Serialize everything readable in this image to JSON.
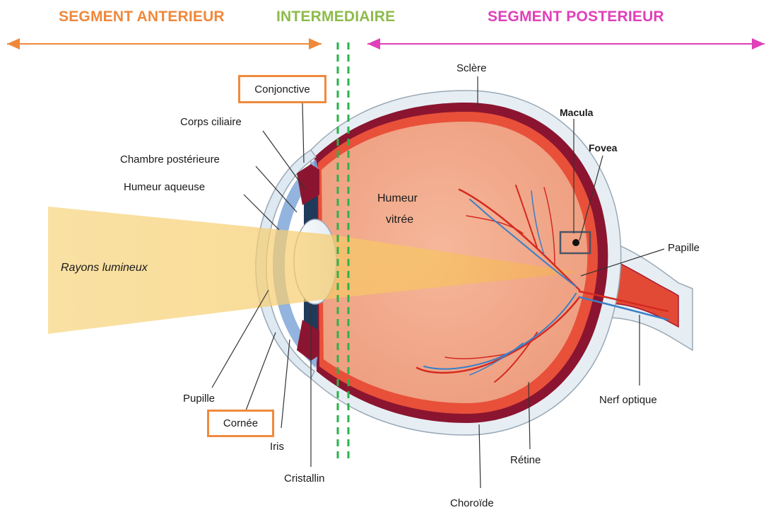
{
  "segments": {
    "anterior": "SEGMENT ANTERIEUR",
    "intermediate": "INTERMEDIAIRE",
    "posterior": "SEGMENT POSTERIEUR"
  },
  "labels": {
    "conjonctive": "Conjonctive",
    "corps_ciliaire": "Corps ciliaire",
    "chambre_posterieure": "Chambre postérieure",
    "humeur_aqueuse": "Humeur aqueuse",
    "rayons": "Rayons lumineux",
    "humeur_vitree_1": "Humeur",
    "humeur_vitree_2": "vitrée",
    "sclere": "Sclère",
    "macula": "Macula",
    "fovea": "Fovea",
    "papille": "Papille",
    "nerf_optique": "Nerf optique",
    "retine": "Rétine",
    "choroide": "Choroïde",
    "cristallin": "Cristallin",
    "iris": "Iris",
    "cornee": "Cornée",
    "pupille": "Pupille"
  },
  "colors": {
    "anterior": "#f0883a",
    "intermediate": "#8dbb4a",
    "posterior": "#e040b8",
    "dashed_lines": "#2ab34a",
    "highlight_box": "#f08a3c",
    "vitreous": "#f2a98a",
    "choroid": "#8b1530",
    "retina": "#e8503a",
    "sclera": "#e6eef4",
    "light_beam": "#f7cf6a",
    "artery": "#d42a20",
    "vein": "#3a7fc8"
  }
}
